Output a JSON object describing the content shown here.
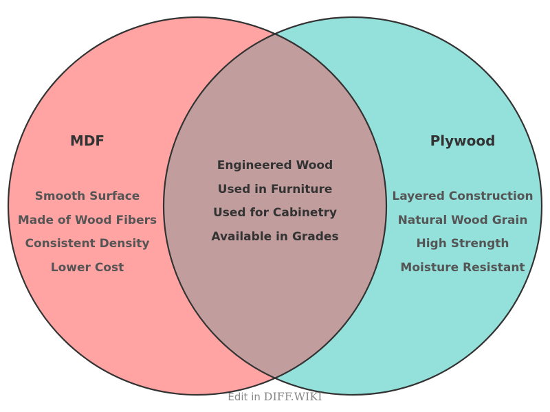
{
  "diagram": {
    "type": "venn-2-set",
    "background_color": "#ffffff",
    "stroke_color": "#333333",
    "left": {
      "title": "MDF",
      "fill_color": "#ffa3a3",
      "items": [
        "Smooth Surface",
        "Made of Wood Fibers",
        "Consistent Density",
        "Lower Cost"
      ]
    },
    "right": {
      "title": "Plywood",
      "fill_color": "#94e0db",
      "items": [
        "Layered Construction",
        "Natural Wood Grain",
        "High Strength",
        "Moisture Resistant"
      ]
    },
    "intersection": {
      "fill_color": "#c29d9e",
      "items": [
        "Engineered Wood",
        "Used in Furniture",
        "Used for Cabinetry",
        "Available in Grades"
      ]
    }
  },
  "footer": {
    "prefix": "Edit in ",
    "brand": "DIFF.WIKI"
  }
}
